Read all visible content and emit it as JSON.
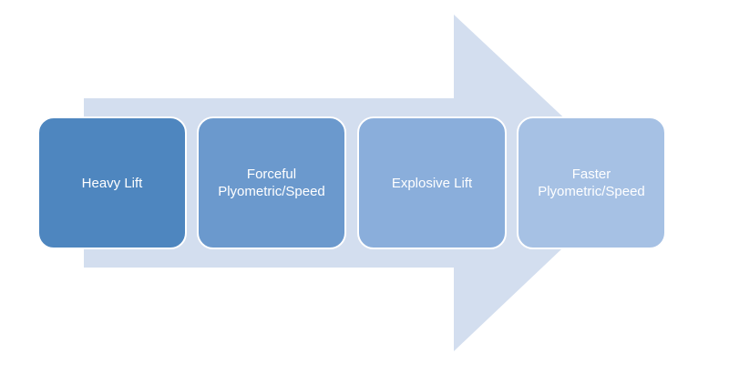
{
  "arrow": {
    "color": "#d3deef"
  },
  "steps": [
    {
      "label": "Heavy Lift",
      "color": "#4e86bf"
    },
    {
      "label": "Forceful\nPlyometric/Speed",
      "color": "#6b99cd"
    },
    {
      "label": "Explosive Lift",
      "color": "#8aaedb"
    },
    {
      "label": "Faster\nPlyometric/Speed",
      "color": "#a6c1e4"
    }
  ]
}
